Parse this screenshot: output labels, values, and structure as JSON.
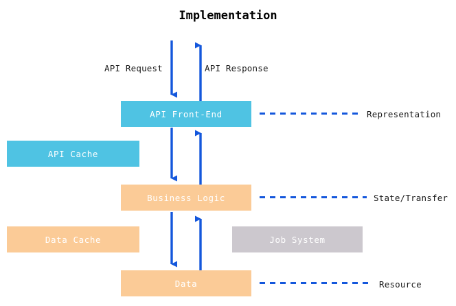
{
  "diagram": {
    "title": "Implementation",
    "colors": {
      "cyan": "#4FC3E3",
      "orange": "#FBCB97",
      "gray": "#CCC8CE",
      "arrow_blue": "#1457DC",
      "box_text": "#FFFFFF",
      "label_text": "#1A1A1A",
      "background": "#FFFFFF"
    },
    "boxes": [
      {
        "id": "api-frontend",
        "label": "API Front-End",
        "color": "cyan"
      },
      {
        "id": "api-cache",
        "label": "API Cache",
        "color": "cyan"
      },
      {
        "id": "business-logic",
        "label": "Business Logic",
        "color": "orange"
      },
      {
        "id": "data-cache",
        "label": "Data Cache",
        "color": "orange"
      },
      {
        "id": "job-system",
        "label": "Job System",
        "color": "gray"
      },
      {
        "id": "data",
        "label": "Data",
        "color": "orange"
      }
    ],
    "flow_labels": [
      {
        "id": "api-request",
        "label": "API Request",
        "direction": "down"
      },
      {
        "id": "api-response",
        "label": "API Response",
        "direction": "up"
      }
    ],
    "tier_labels": [
      {
        "id": "representation",
        "label": "Representation",
        "connects_to": "api-frontend"
      },
      {
        "id": "state-transfer",
        "label": "State/Transfer",
        "connects_to": "business-logic"
      },
      {
        "id": "resource",
        "label": "Resource",
        "connects_to": "data"
      }
    ]
  }
}
